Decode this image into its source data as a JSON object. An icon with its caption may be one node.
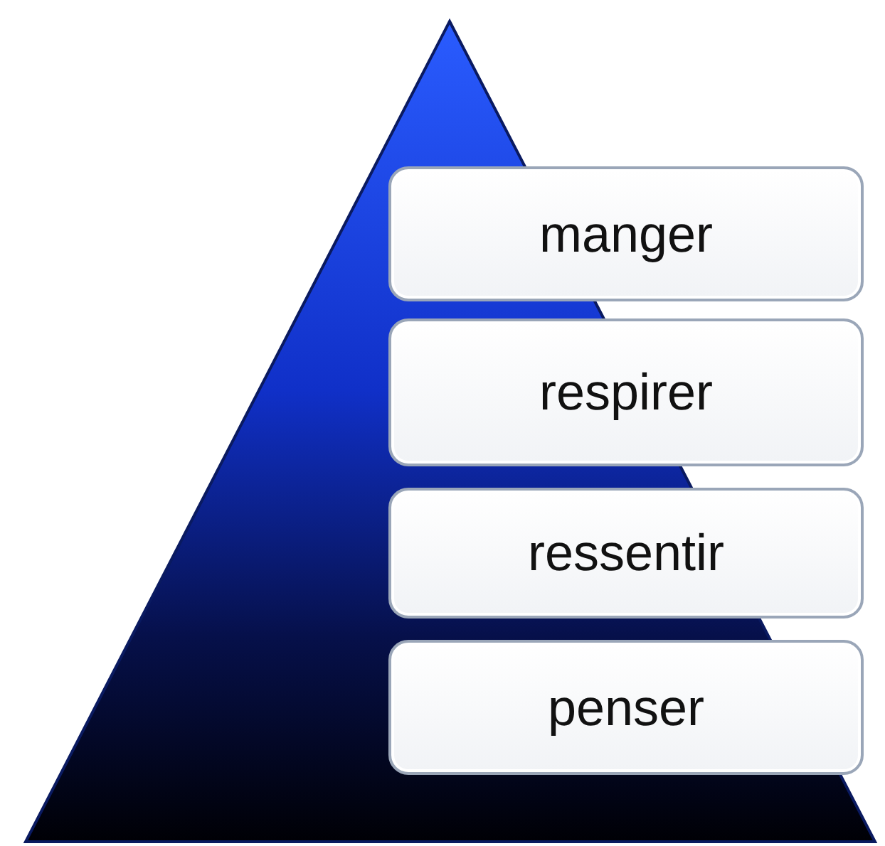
{
  "diagram": {
    "nodes": [
      {
        "text": [
          "manger"
        ]
      },
      {
        "text": [
          "respirer"
        ]
      },
      {
        "text": [
          "ressentir"
        ]
      },
      {
        "text": [
          "penser"
        ]
      }
    ]
  }
}
